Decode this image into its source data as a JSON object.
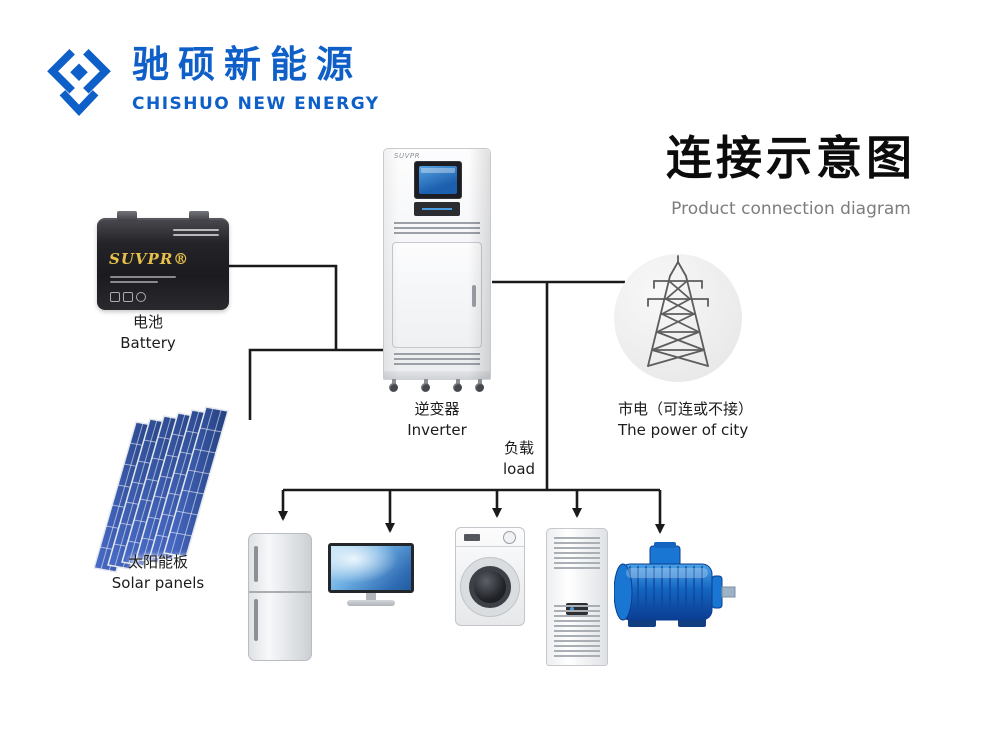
{
  "logo": {
    "company_cn": "驰硕新能源",
    "company_en": "CHISHUO NEW ENERGY",
    "brand_color": "#0e5fc7"
  },
  "heading": {
    "title_cn": "连接示意图",
    "subtitle_en": "Product connection diagram"
  },
  "diagram": {
    "line_color": "#1a1a1a",
    "battery": {
      "brand": "SUVPR®",
      "label_cn": "电池",
      "label_en": "Battery"
    },
    "solar_panels": {
      "label_cn": "太阳能板",
      "label_en": "Solar panels",
      "panel_color": "#3a57b0"
    },
    "inverter": {
      "brand": "SUVPR",
      "label_cn": "逆变器",
      "label_en": "Inverter"
    },
    "city_power": {
      "label_cn": "市电（可连或不接）",
      "label_en": "The power of city"
    },
    "load": {
      "label_cn": "负载",
      "label_en": "load"
    },
    "load_devices": [
      "refrigerator",
      "computer-monitor",
      "washing-machine",
      "air-conditioner",
      "electric-motor"
    ]
  }
}
